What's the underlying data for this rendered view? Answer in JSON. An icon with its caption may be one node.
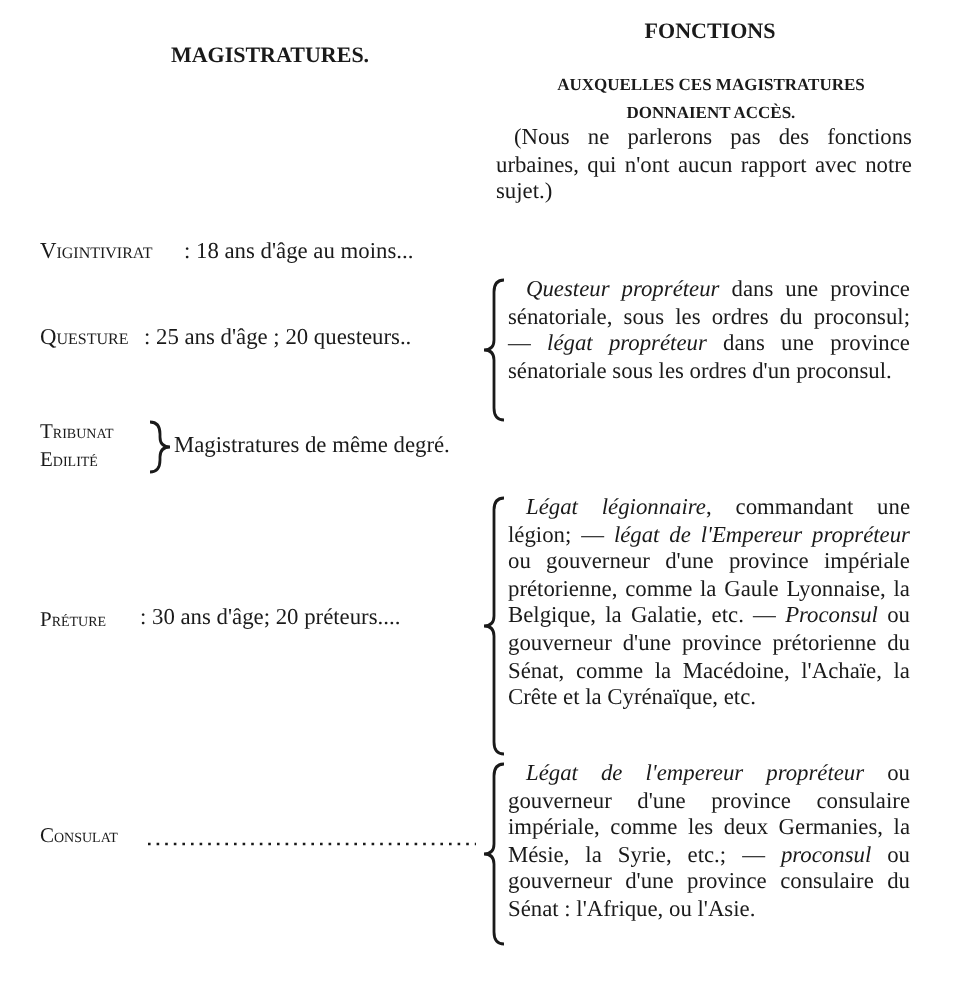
{
  "diagram": {
    "labels": [
      "MAGISTRATURES.",
      "FONCTIONS",
      "AUXQUELLES CES MAGISTRATURES DONNAIENT ACCÈS.",
      "(Nous ne parlerons pas des fonctions urbaines, qui n'ont aucun rapport avec notre sujet.)",
      "Vigintivirat",
      ": 18 ans d'âge au moins...",
      "Questure",
      ": 25 ans d'âge ; 20 questeurs..",
      "*Questeur propréteur* dans une province sénatoriale, sous les ordres du proconsul; — *légat propréteur* dans une province sénatoriale sous les ordres d'un proconsul.",
      "Tribunat",
      "Edilité",
      "Magistratures de même degré.",
      "Préture",
      ": 30 ans d'âge; 20 préteurs....",
      "*Légat légionnaire*, commandant une légion; — *légat de l'Empereur propréteur* ou gouverneur d'une province impériale prétorienne, comme la Gaule Lyonnaise, la Belgique, la Galatie, etc. — *Proconsul* ou gouverneur d'une province prétorienne du Sénat, comme la Macédoine, l'Achaïe, la Crête et la Cyrénaïque, etc.",
      "Consulat",
      "*Légat de l'empereur propréteur* ou gouverneur d'une province consulaire impériale, comme les deux Germanies, la Mésie, la Syrie, etc.; — *proconsul* ou gouverneur d'une province consulaire du Sénat : l'Afrique, ou l'Asie."
    ]
  }
}
